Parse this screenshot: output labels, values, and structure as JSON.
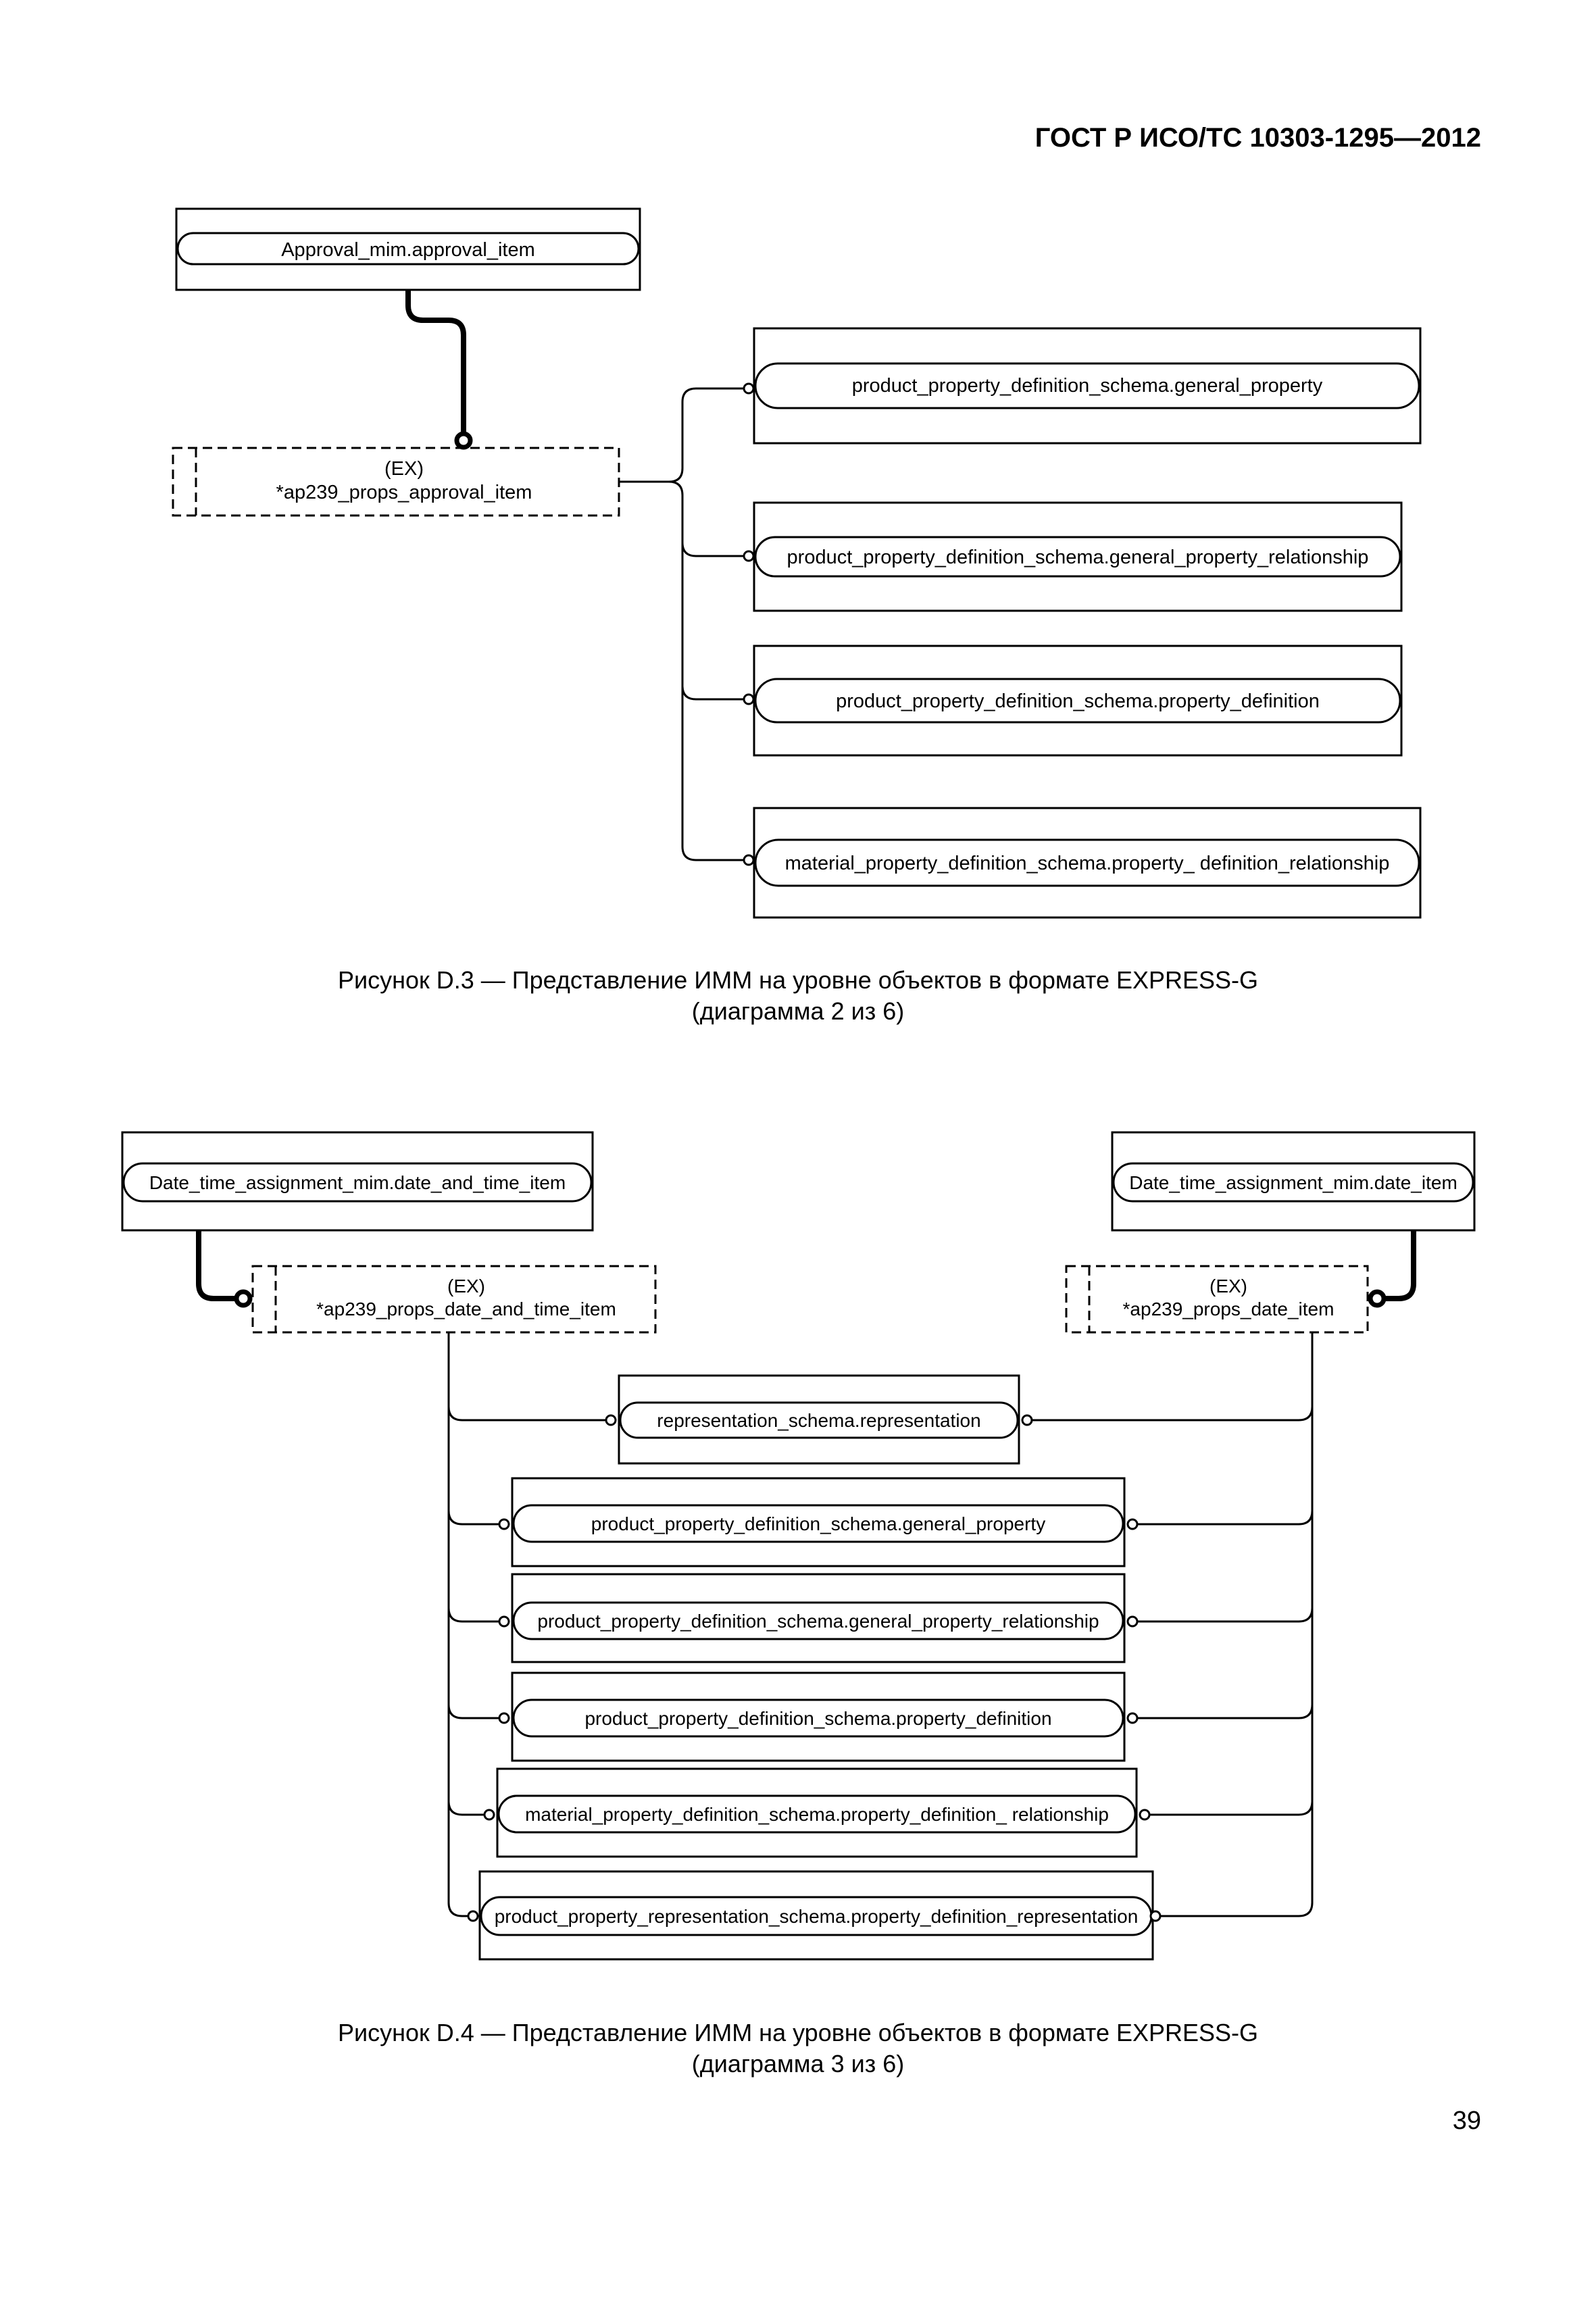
{
  "header": {
    "doc_number": "ГОСТ Р ИСО/ТС 10303-1295—2012"
  },
  "figure_d3": {
    "caption_line1": "Рисунок D.3 — Представление ИММ на уровне объектов в формате EXPRESS-G",
    "caption_line2": "(диаграмма 2 из 6)",
    "top_entity": "Approval_mim.approval_item",
    "ex_label": "(EX)",
    "ex_entity": "*ap239_props_approval_item",
    "targets": [
      "product_property_definition_schema.general_property",
      "product_property_definition_schema.general_property_relationship",
      "product_property_definition_schema.property_definition",
      "material_property_definition_schema.property_ definition_relationship"
    ]
  },
  "figure_d4": {
    "caption_line1": "Рисунок D.4 — Представление ИММ на уровне объектов в формате EXPRESS-G",
    "caption_line2": "(диаграмма 3 из 6)",
    "left_entity": "Date_time_assignment_mim.date_and_time_item",
    "right_entity": "Date_time_assignment_mim.date_item",
    "left_ex_label": "(EX)",
    "left_ex_entity": "*ap239_props_date_and_time_item",
    "right_ex_label": "(EX)",
    "right_ex_entity": "*ap239_props_date_item",
    "targets": [
      "representation_schema.representation",
      "product_property_definition_schema.general_property",
      "product_property_definition_schema.general_property_relationship",
      "product_property_definition_schema.property_definition",
      "material_property_definition_schema.property_definition_ relationship",
      "product_property_representation_schema.property_definition_representation"
    ]
  },
  "footer": {
    "page_number": "39"
  }
}
